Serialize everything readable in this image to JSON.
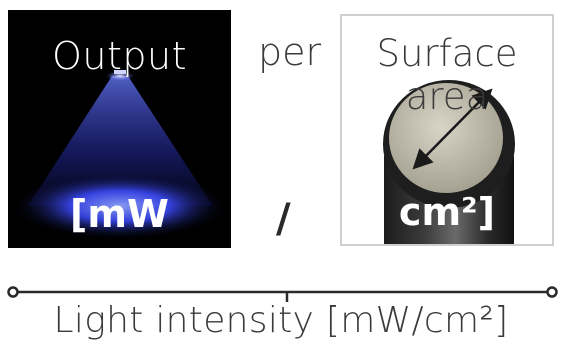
{
  "output_panel": {
    "title": "Output",
    "unit": "[mW"
  },
  "connector": {
    "per": "per",
    "slash": "/"
  },
  "surface_panel": {
    "title": "Surface area",
    "unit": "cm²]"
  },
  "result": {
    "caption": "Light intensity [mW/cm²]"
  },
  "colors": {
    "output_bg": "#000000",
    "light_glow": "#4a5cff",
    "text": "#3a3a3a",
    "border": "#cfcfcf"
  }
}
